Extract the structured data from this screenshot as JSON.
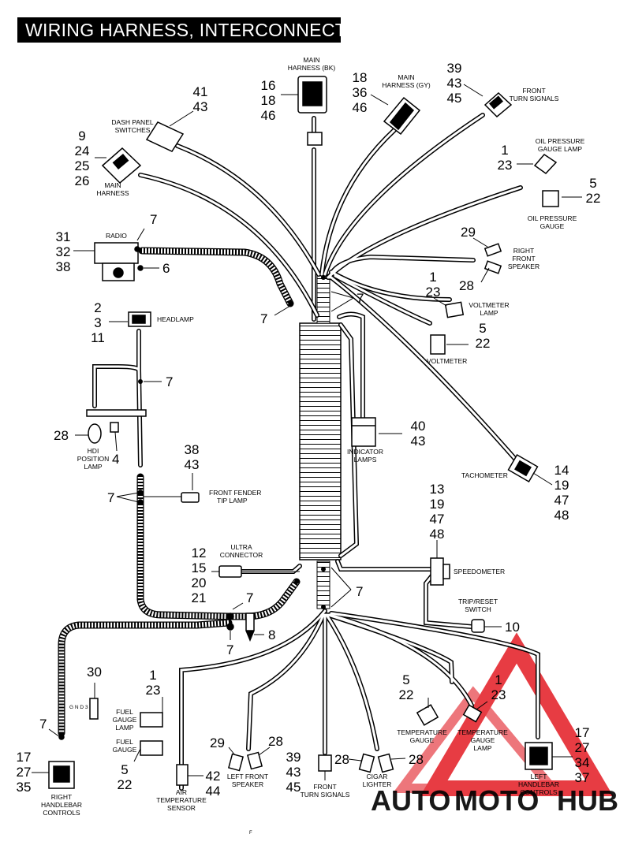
{
  "title": "WIRING HARNESS, INTERCONNECT",
  "colors": {
    "watermark_red": "#e31b23",
    "watermark_orange": "#f6a21a",
    "watermark_gray": "#7a7a7a"
  },
  "watermark": {
    "auto": "AUTO",
    "moto": "MOTO",
    "hub": "HUB"
  },
  "labels": {
    "main_harness_bk": [
      "MAIN",
      "HARNESS (BK)"
    ],
    "main_harness_gy": [
      "MAIN",
      "HARNESS (GY)"
    ],
    "front_turn_signals_top": [
      "FRONT",
      "TURN SIGNALS"
    ],
    "dash_panel_switches": [
      "DASH PANEL",
      "SWITCHES"
    ],
    "main_harness_left": [
      "MAIN",
      "HARNESS"
    ],
    "oil_pressure_gauge_lamp": [
      "OIL PRESSURE",
      "GAUGE LAMP"
    ],
    "oil_pressure_gauge": [
      "OIL PRESSURE",
      "GAUGE"
    ],
    "radio": [
      "RADIO"
    ],
    "right_front_speaker": [
      "RIGHT",
      "FRONT",
      "SPEAKER"
    ],
    "headlamp": [
      "HEADLAMP"
    ],
    "voltmeter_lamp": [
      "VOLTMETER",
      "LAMP"
    ],
    "voltmeter": [
      "VOLTMETER"
    ],
    "indicator_lamps": [
      "INDICATOR",
      "LAMPS"
    ],
    "hdi_position_lamp": [
      "HDI",
      "POSITION",
      "LAMP"
    ],
    "tachometer": [
      "TACHOMETER"
    ],
    "front_fender_tip_lamp": [
      "FRONT FENDER",
      "TIP LAMP"
    ],
    "ultra_connector": [
      "ULTRA",
      "CONNECTOR"
    ],
    "speedometer": [
      "SPEEDOMETER"
    ],
    "trip_reset_switch": [
      "TRIP/RESET",
      "SWITCH"
    ],
    "gnd3": [
      "G N D 3"
    ],
    "fuel_gauge_lamp": [
      "FUEL",
      "GAUGE",
      "LAMP"
    ],
    "fuel_gauge": [
      "FUEL",
      "GAUGE"
    ],
    "temperature_gauge": [
      "TEMPERATURE",
      "GAUGE"
    ],
    "temperature_gauge_lamp": [
      "TEMPERATURE",
      "GAUGE",
      "LAMP"
    ],
    "left_front_speaker": [
      "LEFT FRONT",
      "SPEAKER"
    ],
    "front_turn_signals_bottom": [
      "FRONT",
      "TURN SIGNALS"
    ],
    "cigar_lighter": [
      "CIGAR",
      "LIGHTER"
    ],
    "air_temperature_sensor": [
      "AIR",
      "TEMPERATURE",
      "SENSOR"
    ],
    "right_handlebar_controls": [
      "RIGHT",
      "HANDLEBAR",
      "CONTROLS"
    ],
    "left_handlebar_controls": [
      "LEFT",
      "HANDLEBAR",
      "CONTROLS"
    ],
    "footer_mark": [
      "F"
    ]
  },
  "callouts": {
    "main_bk": [
      "16",
      "18",
      "46"
    ],
    "main_gy": [
      "18",
      "36",
      "46"
    ],
    "front_turn_top": [
      "39",
      "43",
      "45"
    ],
    "dash_panel": [
      "41",
      "43"
    ],
    "main_left": [
      "9",
      "24",
      "25",
      "26"
    ],
    "oil_lamp": [
      "1",
      "23"
    ],
    "oil_gauge": [
      "5",
      "22"
    ],
    "radio": [
      "31",
      "32",
      "38"
    ],
    "radio_7": [
      "7"
    ],
    "radio_6": [
      "6"
    ],
    "rf_speaker_a": [
      "29"
    ],
    "rf_speaker_b": [
      "28"
    ],
    "headlamp": [
      "2",
      "3",
      "11"
    ],
    "volt_lamp": [
      "1",
      "23"
    ],
    "trunk_7_left": [
      "7"
    ],
    "trunk_7_right": [
      "7"
    ],
    "voltmeter": [
      "5",
      "22"
    ],
    "headlamp_7": [
      "7"
    ],
    "indicator": [
      "40",
      "43"
    ],
    "hdi": [
      "28"
    ],
    "hdi_4": [
      "4"
    ],
    "tach": [
      "14",
      "19",
      "47",
      "48"
    ],
    "fender": [
      "38",
      "43"
    ],
    "fender_7": [
      "7"
    ],
    "ultra": [
      "12",
      "15",
      "20",
      "21"
    ],
    "speedo": [
      "13",
      "19",
      "47",
      "48"
    ],
    "lower_7_a": [
      "7"
    ],
    "lower_7_b": [
      "7"
    ],
    "lower_8": [
      "8"
    ],
    "lower_7_c": [
      "7"
    ],
    "trip": [
      "10"
    ],
    "gnd": [
      "30"
    ],
    "fuel_lamp": [
      "1",
      "23"
    ],
    "fuel_gauge": [
      "5",
      "22"
    ],
    "rh_7": [
      "7"
    ],
    "rh_controls": [
      "17",
      "27",
      "35"
    ],
    "temp_gauge": [
      "5",
      "22"
    ],
    "temp_lamp": [
      "1",
      "23"
    ],
    "lh_controls": [
      "17",
      "27",
      "34",
      "37"
    ],
    "lf_speaker_a": [
      "29"
    ],
    "lf_speaker_b": [
      "28"
    ],
    "ft_bottom": [
      "39",
      "43",
      "45"
    ],
    "cigar_a": [
      "28"
    ],
    "cigar_b": [
      "28"
    ],
    "air_temp": [
      "42",
      "44"
    ]
  }
}
